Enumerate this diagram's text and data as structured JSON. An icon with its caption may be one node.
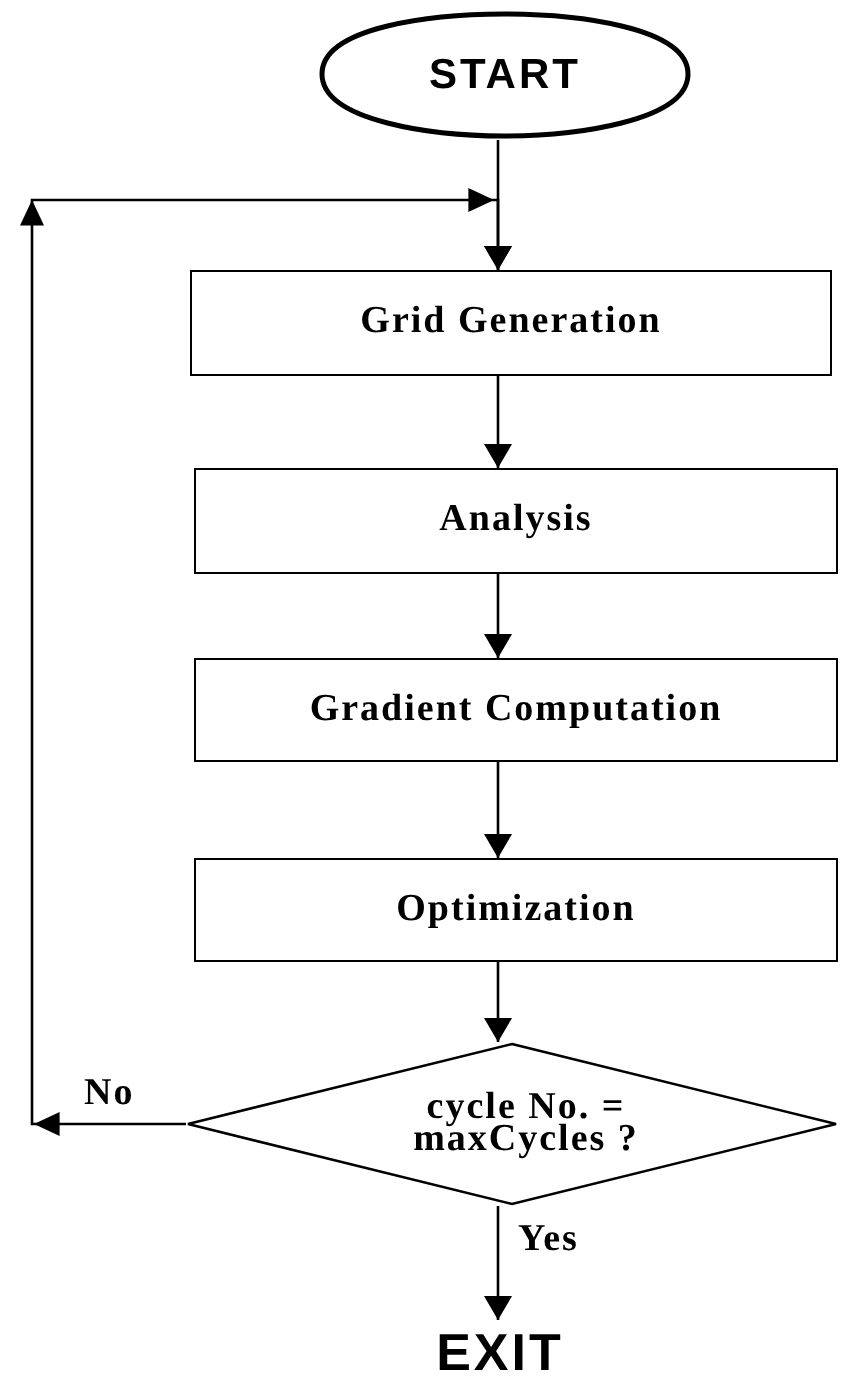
{
  "diagram": {
    "nodes": [
      {
        "text": [
          "START"
        ]
      },
      {
        "text": [
          "Grid Generation"
        ]
      },
      {
        "text": [
          "Analysis"
        ]
      },
      {
        "text": [
          "Gradient Computation"
        ]
      },
      {
        "text": [
          "Optimization"
        ]
      },
      {
        "text": [
          "cycle No. = maxCycles ?"
        ]
      },
      {
        "text": [
          "EXIT"
        ]
      }
    ],
    "edges": [
      {
        "from": 0,
        "to": 1,
        "arrow": "to"
      },
      {
        "from": 1,
        "to": 2,
        "arrow": "to"
      },
      {
        "from": 2,
        "to": 3,
        "arrow": "to"
      },
      {
        "from": 3,
        "to": 4,
        "arrow": "to"
      },
      {
        "from": 4,
        "to": 5,
        "arrow": "to"
      },
      {
        "from": 5,
        "to": 6,
        "arrow": "to",
        "label": "Yes"
      },
      {
        "from": 5,
        "to": 1,
        "arrow": "to",
        "label": "No"
      }
    ]
  }
}
